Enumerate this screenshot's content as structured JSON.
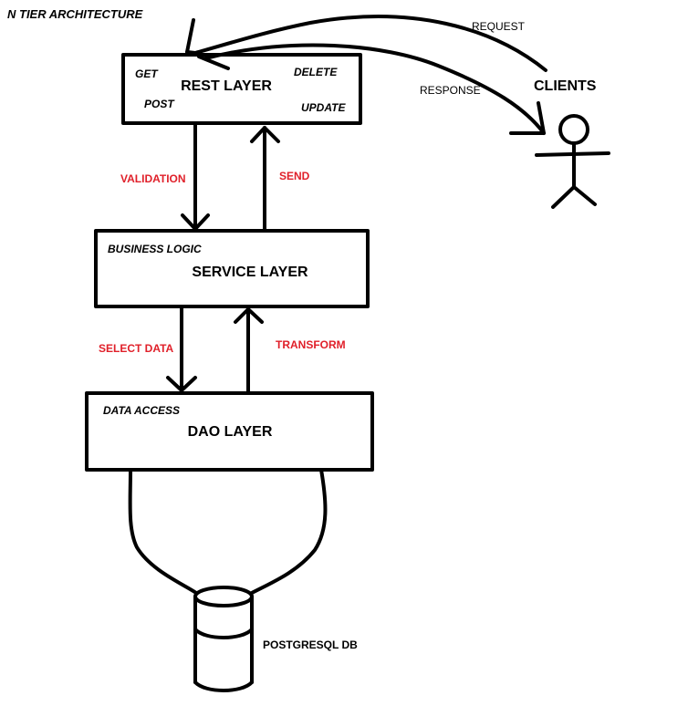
{
  "title": "N TIER ARCHITECTURE",
  "rest_layer": {
    "label": "REST LAYER",
    "methods": {
      "get": "GET",
      "post": "POST",
      "delete": "DELETE",
      "update": "UPDATE"
    }
  },
  "service_layer": {
    "label": "SERVICE LAYER",
    "sublabel": "BUSINESS LOGIC"
  },
  "dao_layer": {
    "label": "DAO LAYER",
    "sublabel": "DATA ACCESS"
  },
  "flows": {
    "validation": "VALIDATION",
    "send": "SEND",
    "select_data": "SELECT DATA",
    "transform": "TRANSFORM",
    "request": "REQUEST",
    "response": "RESPONSE"
  },
  "clients": {
    "label": "CLIENTS"
  },
  "database": {
    "label": "POSTGRESQL DB"
  },
  "colors": {
    "accent": "#e0202a",
    "stroke": "#000000",
    "background": "#ffffff"
  }
}
